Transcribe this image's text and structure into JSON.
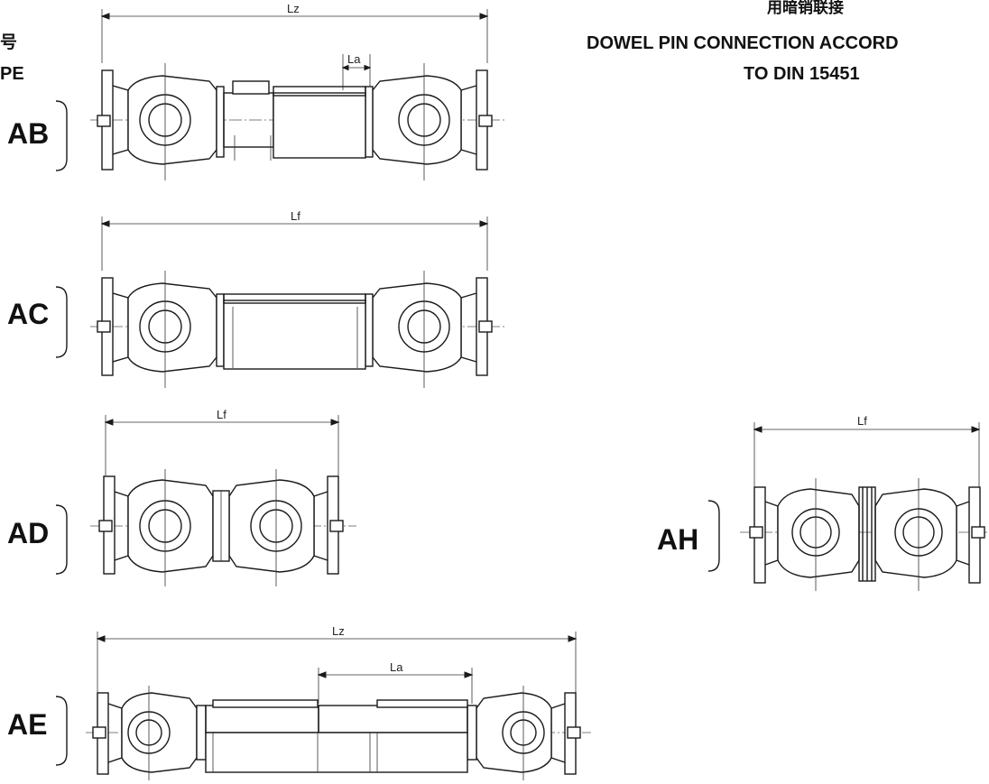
{
  "header": {
    "chinese": "用暗销联接",
    "line1": "DOWEL PIN CONNECTION ACCORD",
    "line2": "TO DIN 15451",
    "left_char": "号",
    "left_fragment": "PE"
  },
  "types": [
    {
      "code": "AB",
      "dims": [
        "Lz",
        "La"
      ]
    },
    {
      "code": "AC",
      "dims": [
        "Lf"
      ]
    },
    {
      "code": "AD",
      "dims": [
        "Lf"
      ]
    },
    {
      "code": "AE",
      "dims": [
        "Lz",
        "La"
      ]
    },
    {
      "code": "AH",
      "dims": [
        "Lf"
      ]
    }
  ]
}
